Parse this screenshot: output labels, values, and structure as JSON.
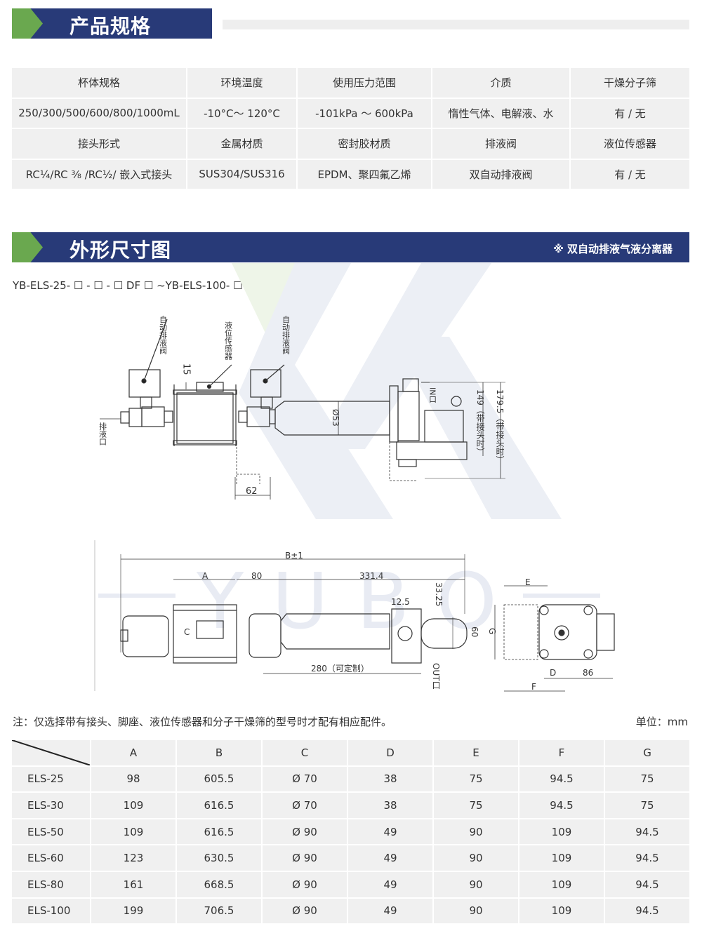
{
  "section1": {
    "title": "产品规格"
  },
  "spec_table": {
    "rows": [
      [
        "杯体规格",
        "环境温度",
        "使用压力范围",
        "介质",
        "干燥分子筛"
      ],
      [
        "250/300/500/600/800/1000mL",
        "-10°C～ 120°C",
        "-101kPa ～ 600kPa",
        "惰性气体、电解液、水",
        "有 / 无"
      ],
      [
        "接头形式",
        "金属材质",
        "密封胶材质",
        "排液阀",
        "液位传感器"
      ],
      [
        "RC¼/RC ⅜ /RC½/ 嵌入式接头",
        "SUS304/SUS316",
        "EPDM、聚四氟乙烯",
        "双自动排液阀",
        "有 / 无"
      ]
    ]
  },
  "section2": {
    "title": "外形尺寸图",
    "subtitle": "※ 双自动排液气液分离器"
  },
  "model_code": "YB-ELS-25- ☐ - ☐ - ☐ DF ☐ ~YB-ELS-100- ☐ - ☐ - ☐ DF ☐",
  "watermark": "YUBO",
  "drawing_top": {
    "valve_left": "自动排液阀",
    "sensor": "液位传感器",
    "valve_right": "自动排液阀",
    "dim_15": "15",
    "drain": "排液口",
    "dia": "Ø53",
    "inlet": "IN口",
    "h149": "149（带接头时）",
    "h179": "179.5（带接头时）",
    "dim_62": "62"
  },
  "drawing_bottom": {
    "B": "B±1",
    "A": "A",
    "d80": "80",
    "d331": "331.4",
    "d125": "12.5",
    "d3325": "33.25",
    "C": "C",
    "d60": "60",
    "G": "G",
    "E": "E",
    "d280": "280（可定制）",
    "outlet": "OUT口",
    "D": "D",
    "d86": "86",
    "F": "F"
  },
  "note": "注：仅选择带有接头、脚座、液位传感器和分子干燥筛的型号时才配有相应配件。",
  "unit": "单位：mm",
  "dims_table": {
    "headers": [
      "A",
      "B",
      "C",
      "D",
      "E",
      "F",
      "G"
    ],
    "rows": [
      [
        "ELS-25",
        "98",
        "605.5",
        "Ø 70",
        "38",
        "75",
        "94.5",
        "75"
      ],
      [
        "ELS-30",
        "109",
        "616.5",
        "Ø 70",
        "38",
        "75",
        "94.5",
        "75"
      ],
      [
        "ELS-50",
        "109",
        "616.5",
        "Ø 90",
        "49",
        "90",
        "109",
        "94.5"
      ],
      [
        "ELS-60",
        "123",
        "630.5",
        "Ø 90",
        "49",
        "90",
        "109",
        "94.5"
      ],
      [
        "ELS-80",
        "161",
        "668.5",
        "Ø 90",
        "49",
        "90",
        "109",
        "94.5"
      ],
      [
        "ELS-100",
        "199",
        "706.5",
        "Ø 90",
        "49",
        "90",
        "109",
        "94.5"
      ]
    ]
  },
  "colors": {
    "navy": "#283a78",
    "green": "#6aa84f",
    "cell": "#f0f0f0"
  }
}
